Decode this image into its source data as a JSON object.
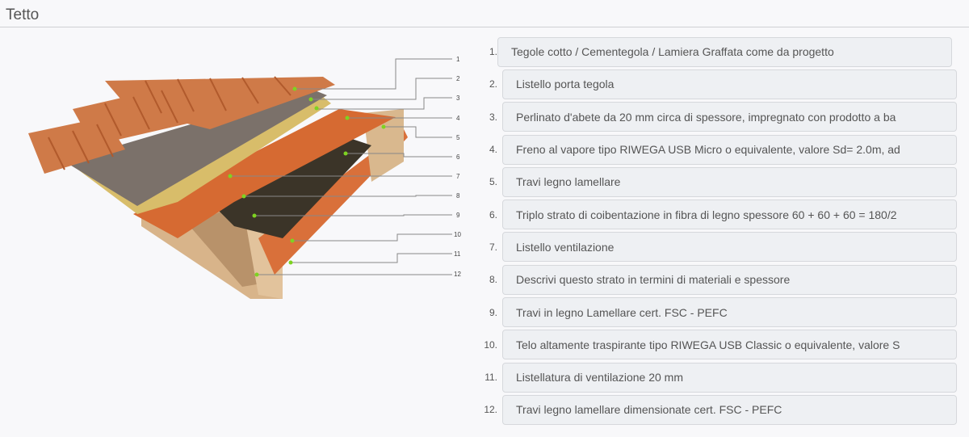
{
  "header": {
    "title": "Tetto"
  },
  "diagram": {
    "alt": "Roof layer cross-section diagram",
    "callouts": [
      "1",
      "2",
      "3",
      "4",
      "5",
      "6",
      "7",
      "8",
      "9",
      "10",
      "11",
      "12"
    ]
  },
  "layers": [
    {
      "num": "1.",
      "text": "Tegole cotto / Cementegola / Lamiera Graffata come da progetto"
    },
    {
      "num": "2.",
      "text": "Listello porta tegola"
    },
    {
      "num": "3.",
      "text": "Perlinato d'abete da 20 mm circa di spessore, impregnato con prodotto a ba"
    },
    {
      "num": "4.",
      "text": "Freno al vapore tipo RIWEGA USB Micro o equivalente, valore Sd= 2.0m, ad"
    },
    {
      "num": "5.",
      "text": "Travi legno lamellare"
    },
    {
      "num": "6.",
      "text": "Triplo strato di coibentazione in fibra di legno spessore 60 + 60 + 60 = 180/2"
    },
    {
      "num": "7.",
      "text": "Listello ventilazione"
    },
    {
      "num": "8.",
      "text": "Descrivi questo strato in termini di materiali e spessore"
    },
    {
      "num": "9.",
      "text": "Travi  in legno Lamellare cert. FSC - PEFC"
    },
    {
      "num": "10.",
      "text": "Telo altamente traspirante tipo RIWEGA USB Classic o equivalente, valore S"
    },
    {
      "num": "11.",
      "text": "Listellatura di ventilazione 20 mm"
    },
    {
      "num": "12.",
      "text": "Travi legno lamellare dimensionate cert. FSC - PEFC"
    }
  ]
}
